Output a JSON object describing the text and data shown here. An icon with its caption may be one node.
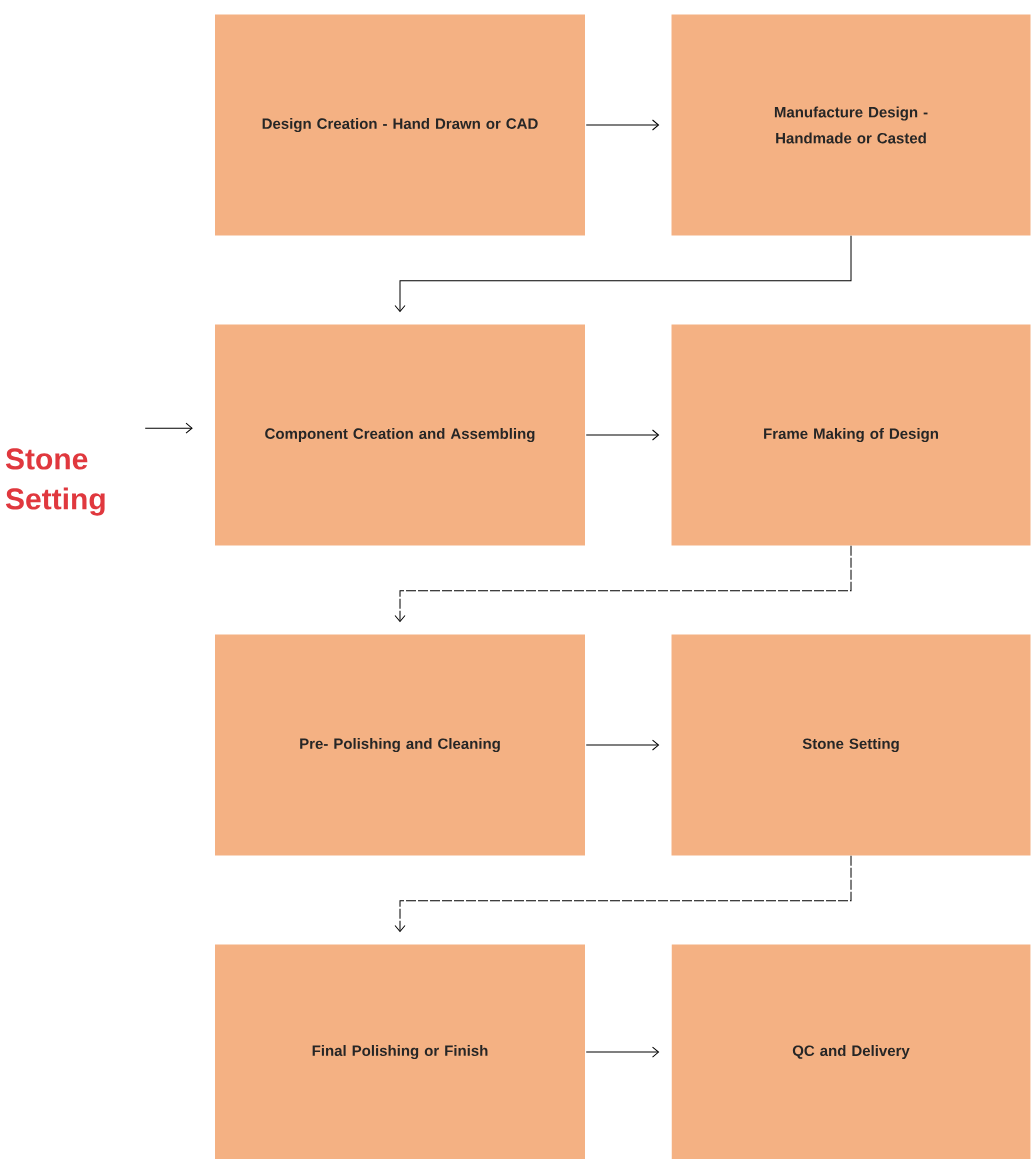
{
  "diagram": {
    "nodes": [
      {
        "text": [
          "Design Creation - Hand Drawn or CAD"
        ]
      },
      {
        "text": [
          "Manufacture Design - Handmade or Casted"
        ]
      },
      {
        "text": [
          "Component Creation and Assembling"
        ]
      },
      {
        "text": [
          "Frame Making of Design"
        ]
      },
      {
        "text": [
          "Pre- Polishing and Cleaning"
        ]
      },
      {
        "text": [
          "Stone Setting"
        ]
      },
      {
        "text": [
          "Final Polishing or Finish"
        ]
      },
      {
        "text": [
          "QC and Delivery"
        ]
      },
      {
        "text": [
          "Stone Setting"
        ]
      }
    ],
    "edges": [
      {
        "from": 0,
        "to": 1,
        "arrow": "to"
      },
      {
        "from": 1,
        "to": 2,
        "arrow": "to"
      },
      {
        "from": 2,
        "to": 3,
        "arrow": "to"
      },
      {
        "from": 3,
        "to": 4,
        "arrow": "to",
        "style": "dashed"
      },
      {
        "from": 4,
        "to": 5,
        "arrow": "to"
      },
      {
        "from": 5,
        "to": 6,
        "arrow": "to",
        "style": "dashed"
      },
      {
        "from": 6,
        "to": 7,
        "arrow": "to"
      },
      {
        "from": 8,
        "to": 2,
        "arrow": "to"
      }
    ]
  }
}
